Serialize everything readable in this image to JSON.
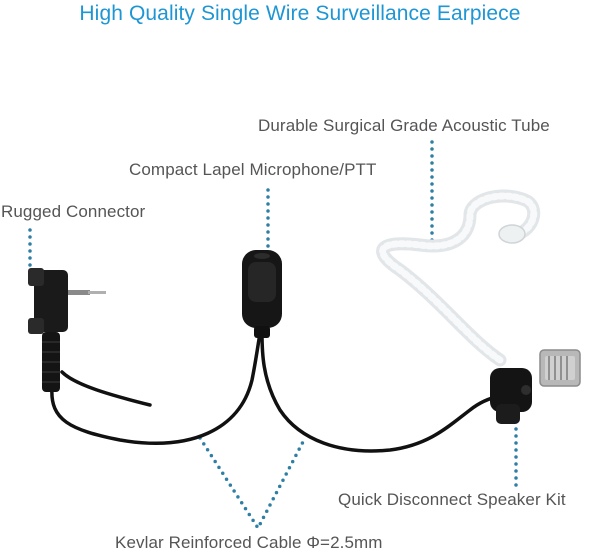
{
  "title": "High Quality Single Wire Surveillance Earpiece",
  "callouts": {
    "tube": "Durable Surgical Grade Acoustic Tube",
    "mic": "Compact Lapel Microphone/PTT",
    "connector": "Rugged Connector",
    "quick_disconnect": "Quick Disconnect Speaker Kit",
    "cable": "Kevlar Reinforced Cable Φ=2.5mm"
  },
  "colors": {
    "title": "#1e96d4",
    "leader_dots": "#2e7fa3",
    "label_text": "#555555"
  }
}
